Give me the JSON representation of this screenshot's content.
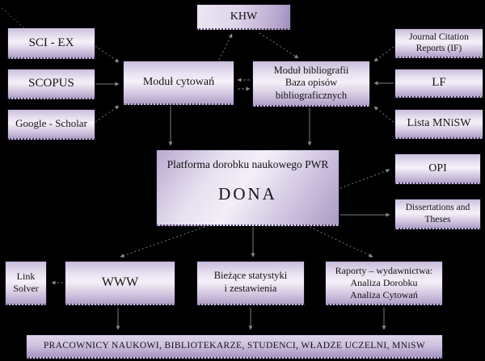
{
  "diagram": {
    "background_color": "#000000",
    "accent_fill_light": "#f4f0f8",
    "accent_fill_dark": "#b0a0c7",
    "nodes": {
      "khw": {
        "label": "KHW"
      },
      "sci_ex": {
        "label": "SCI - EX"
      },
      "scopus": {
        "label": "SCOPUS"
      },
      "google_scholar": {
        "label": "Google - Scholar"
      },
      "modul_cytowan": {
        "label": "Moduł cytowań"
      },
      "modul_bibliografii": {
        "lines": [
          "Moduł bibliografii",
          "Baza opisów",
          "bibliograficznych"
        ]
      },
      "journal_citation_reports": {
        "lines": [
          "Journal Citation",
          "Reports (IF)"
        ]
      },
      "lf": {
        "label": "LF"
      },
      "lista_mnisw": {
        "label": "Lista MNiSW"
      },
      "opi": {
        "label": "OPI"
      },
      "dissertations_theses": {
        "lines": [
          "Dissertations and",
          "Theses"
        ]
      },
      "dona": {
        "subtitle": "Platforma dorobku naukowego PWR",
        "title": "DONA"
      },
      "link_solver": {
        "lines": [
          "Link",
          "Solver"
        ]
      },
      "www": {
        "label": "WWW"
      },
      "biezace_statystyki": {
        "lines": [
          "Bieżące statystyki",
          "i zestawienia"
        ]
      },
      "raporty": {
        "lines": [
          "Raporty – wydawnictwa:",
          "Analiza Dorobku",
          "Analiza Cytowań"
        ]
      },
      "users_bar": {
        "label": "PRACOWNICY NAUKOWI, BIBLIOTEKARZE, STUDENCI, WŁADZE UCZELNI, MNiSW"
      }
    }
  }
}
